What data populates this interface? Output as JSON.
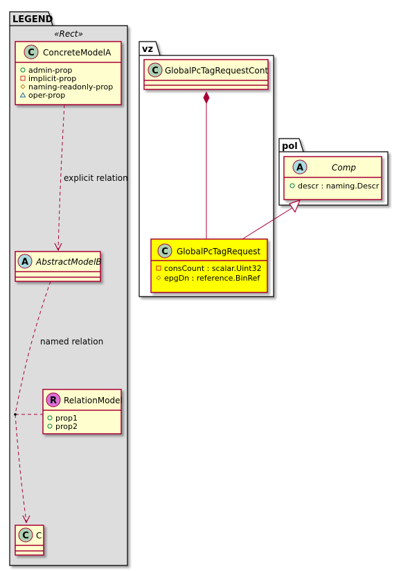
{
  "legend": {
    "title": "LEGEND",
    "stereotype": "«Rect»",
    "concrete_model": {
      "name": "ConcreteModelA",
      "kind": "C",
      "attrs": [
        {
          "vis": "public",
          "text": "admin-prop"
        },
        {
          "vis": "private",
          "text": "implicit-prop"
        },
        {
          "vis": "protected",
          "text": "naming-readonly-prop"
        },
        {
          "vis": "package",
          "text": "oper-prop"
        }
      ]
    },
    "explicit_relation": "explicit relation",
    "abstract_model": {
      "name": "AbstractModelB",
      "kind": "A"
    },
    "named_relation": "named relation",
    "relation_model": {
      "name": "RelationModel",
      "kind": "R",
      "attrs": [
        {
          "vis": "public",
          "text": "prop1"
        },
        {
          "vis": "public",
          "text": "prop2"
        }
      ]
    },
    "c_model": {
      "name": "C",
      "kind": "C"
    }
  },
  "vz": {
    "title": "vz",
    "container": {
      "name": "GlobalPcTagRequestCont",
      "kind": "C"
    },
    "request": {
      "name": "GlobalPcTagRequest",
      "kind": "C",
      "attrs": [
        {
          "vis": "private",
          "text": "consCount : scalar.Uint32"
        },
        {
          "vis": "protected",
          "text": "epgDn : reference.BinRef"
        }
      ]
    }
  },
  "pol": {
    "title": "pol",
    "comp": {
      "name": "Comp",
      "kind": "A",
      "attrs": [
        {
          "vis": "public",
          "text": "descr : naming.Descr"
        }
      ]
    }
  },
  "colors": {
    "class_fill": "#FEFECE",
    "class_border": "#A80036",
    "highlight_fill": "#FFFF00",
    "legend_bg": "#DDDDDD",
    "circle_c": "#ADD1B2",
    "circle_a": "#A9DCDF",
    "circle_r": "#DA70D6"
  }
}
